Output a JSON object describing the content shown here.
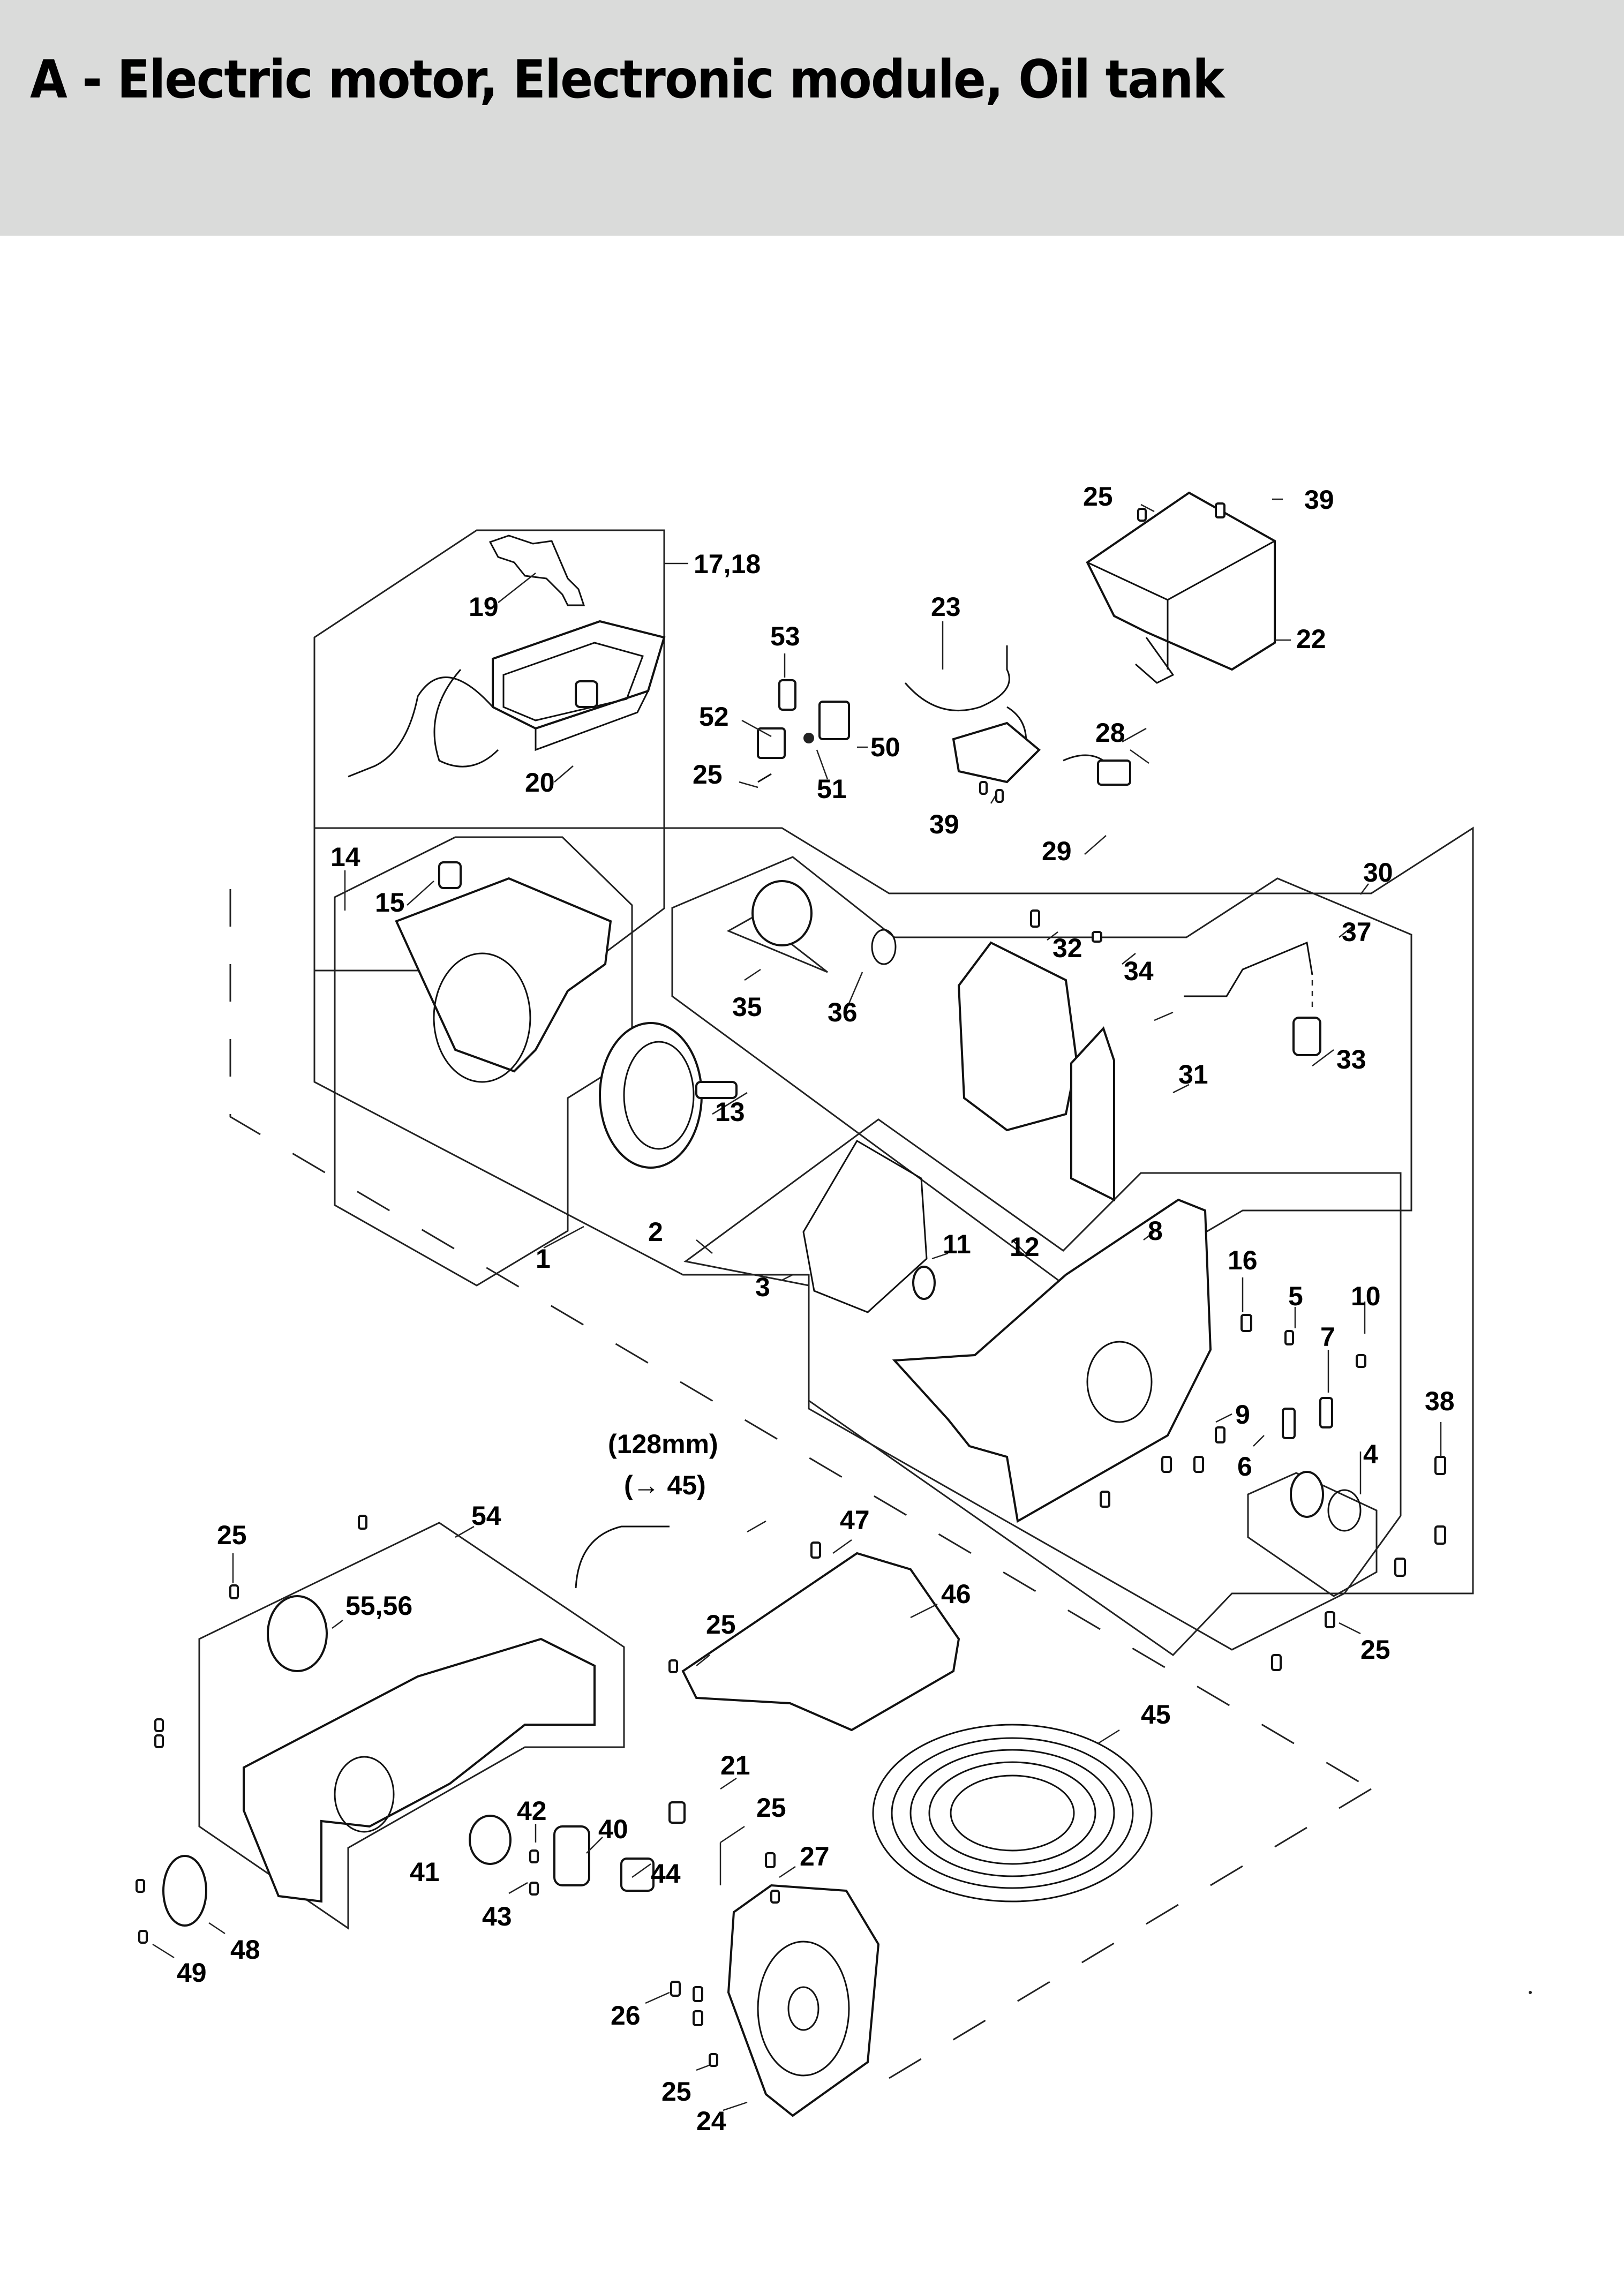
{
  "header": {
    "title": "A - Electric motor, Electronic module, Oil tank"
  },
  "diagram": {
    "labels": {
      "l1": "1",
      "l2": "2",
      "l3": "3",
      "l4": "4",
      "l5": "5",
      "l6": "6",
      "l7": "7",
      "l8": "8",
      "l9": "9",
      "l10": "10",
      "l11": "11",
      "l12": "12",
      "l13": "13",
      "l14": "14",
      "l15": "15",
      "l16": "16",
      "l17_18": "17,18",
      "l19": "19",
      "l20": "20",
      "l21": "21",
      "l22": "22",
      "l23": "23",
      "l24": "24",
      "l25": "25",
      "l26": "26",
      "l27": "27",
      "l28": "28",
      "l29": "29",
      "l30": "30",
      "l31": "31",
      "l32": "32",
      "l33": "33",
      "l34": "34",
      "l35": "35",
      "l36": "36",
      "l37": "37",
      "l38": "38",
      "l39": "39",
      "l40": "40",
      "l41": "41",
      "l42": "42",
      "l43": "43",
      "l44": "44",
      "l45": "45",
      "l46": "46",
      "l47": "47",
      "l48": "48",
      "l49": "49",
      "l50": "50",
      "l51": "51",
      "l52": "52",
      "l53": "53",
      "l54": "54",
      "l55_56": "55,56"
    },
    "hose_note": {
      "length": "(128mm)",
      "ref": "(→ 45)"
    }
  }
}
